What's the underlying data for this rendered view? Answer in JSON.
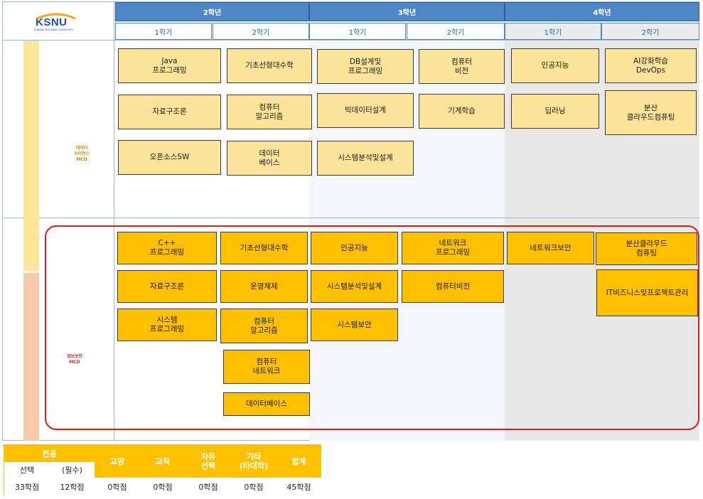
{
  "logo": {
    "name": "KSNU",
    "subtitle": "KUNSAN NATIONAL UNIVERSITY"
  },
  "years": [
    "2학년",
    "3학년",
    "4학년"
  ],
  "semesters": [
    "1학기",
    "2학기",
    "1학기",
    "2학기",
    "1학기",
    "2학기"
  ],
  "tracks": {
    "data_science": "데이터\n사이언스\nMCD",
    "info_security": "정보보안\nMCD"
  },
  "data_science_courses": [
    "Java\n프로그래밍",
    "자료구조론",
    "오픈소스SW",
    "기초선형대수학",
    "컴퓨터\n알고리즘",
    "데이터\n베이스",
    "DB설계및\n프로그래밍",
    "빅데이터설계",
    "시스템분석및설계",
    "컴퓨터\n비전",
    "기계학습",
    "인공지능",
    "딥러닝",
    "AI강화학습\nDevOps",
    "분산\n클라우드컴퓨팅"
  ],
  "security_courses": [
    "C++\n프로그래밍",
    "자료구조론",
    "시스템\n프로그래밍",
    "기초선형대수학",
    "운영체제",
    "컴퓨터\n알고리즘",
    "컴퓨터\n네트워크",
    "데이터베이스",
    "인공지능",
    "시스템분석및설계",
    "시스템보안",
    "네트워크\n프로그래밍",
    "컴퓨터비전",
    "네트워크보안",
    "분산클라우드\n컴퓨팅",
    "IT비즈니스및프로젝트관리"
  ],
  "credits": {
    "major_label": "전공",
    "select_label": "선택",
    "required_label": "(필수)",
    "culture_label": "교양",
    "teaching_label": "교직",
    "free_label": "자유\n선택",
    "other_label": "기타\n(타대학)",
    "total_label": "합계",
    "select_value": "33학점",
    "required_value": "12학점",
    "culture_value": "0학점",
    "teaching_value": "0학점",
    "free_value": "0학점",
    "other_value": "0학점",
    "total_value": "45학점"
  },
  "colors": {
    "header_blue": "#4f86c6",
    "ds_course": "#fbe39a",
    "security_course": "#ffc000",
    "highlight_border": "#e11b1b"
  }
}
